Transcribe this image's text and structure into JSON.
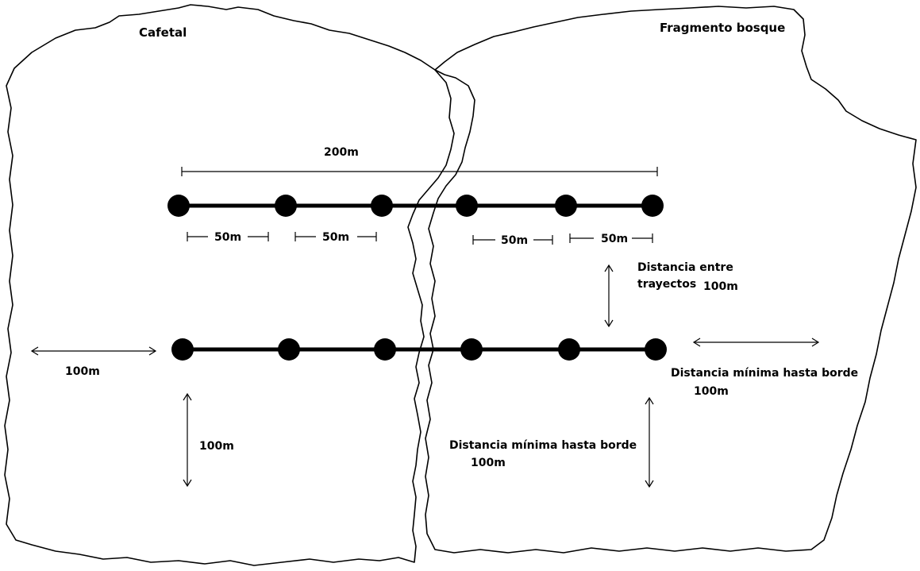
{
  "regions": {
    "coffee_label": "Cafetal",
    "forest_label": "Fragmento bosque"
  },
  "transect_length": "200m",
  "point_spacing_labels": [
    "50m",
    "50m",
    "50m",
    "50m"
  ],
  "between_transects": {
    "line1": "Distancia entre",
    "line2": "trayectos",
    "value": "100m"
  },
  "left_edge_distance": "100m",
  "bottom_left_distance": "100m",
  "right_edge": {
    "label": "Distancia mínima hasta borde",
    "value": "100m"
  },
  "bottom_right": {
    "label": "Distancia mínima hasta borde",
    "value": "100m"
  },
  "transects": [
    {
      "name": "top-transect",
      "points": 6
    },
    {
      "name": "bottom-transect",
      "points": 6
    }
  ]
}
